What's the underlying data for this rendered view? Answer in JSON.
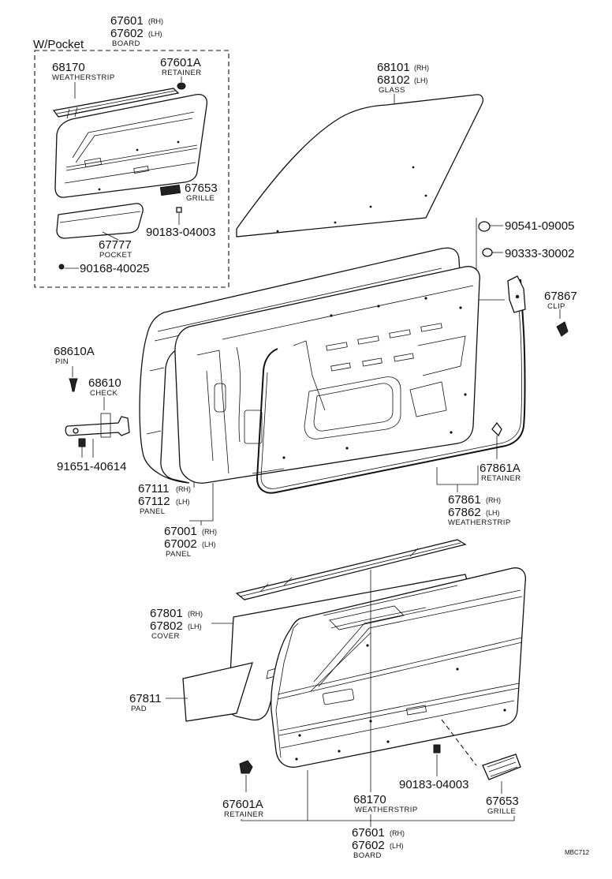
{
  "inset": {
    "title": "W/Pocket"
  },
  "labels": {
    "board_top": {
      "num1": "67601",
      "sfx1": "(RH)",
      "num2": "67602",
      "sfx2": "(LH)",
      "cap": "BOARD"
    },
    "weatherstrip_inset": {
      "num": "68170",
      "cap": "WEATHERSTRIP"
    },
    "retainer_inset": {
      "num": "67601A",
      "cap": "RETAINER"
    },
    "grille_inset": {
      "num": "67653",
      "cap": "GRILLE"
    },
    "screw_inset": {
      "num": "90183-04003"
    },
    "pocket": {
      "num": "67777",
      "cap": "POCKET"
    },
    "screw_pocket": {
      "num": "90168-40025"
    },
    "glass": {
      "num1": "68101",
      "sfx1": "(RH)",
      "num2": "68102",
      "sfx2": "(LH)",
      "cap": "GLASS"
    },
    "bolt_top": {
      "num": "90541-09005"
    },
    "washer_top": {
      "num": "90333-30002"
    },
    "clip": {
      "num": "67867",
      "cap": "CLIP"
    },
    "pin": {
      "num": "68610A",
      "cap": "PIN"
    },
    "check": {
      "num": "68610",
      "cap": "CHECK"
    },
    "bolt_check": {
      "num": "91651-40614"
    },
    "panel_inner": {
      "num1": "67111",
      "sfx1": "(RH)",
      "num2": "67112",
      "sfx2": "(LH)",
      "cap": "PANEL"
    },
    "panel_outer": {
      "num1": "67001",
      "sfx1": "(RH)",
      "num2": "67002",
      "sfx2": "(LH)",
      "cap": "PANEL"
    },
    "retainer_ws": {
      "num": "67861A",
      "cap": "RETAINER"
    },
    "weatherstrip_door": {
      "num1": "67861",
      "sfx1": "(RH)",
      "num2": "67862",
      "sfx2": "(LH)",
      "cap": "WEATHERSTRIP"
    },
    "cover": {
      "num1": "67801",
      "sfx1": "(RH)",
      "num2": "67802",
      "sfx2": "(LH)",
      "cap": "COVER"
    },
    "pad": {
      "num": "67811",
      "cap": "PAD"
    },
    "screw_bottom": {
      "num": "90183-04003"
    },
    "retainer_bottom": {
      "num": "67601A",
      "cap": "RETAINER"
    },
    "weatherstrip_bottom": {
      "num": "68170",
      "cap": "WEATHERSTRIP"
    },
    "grille_bottom": {
      "num": "67653",
      "cap": "GRILLE"
    },
    "board_bottom": {
      "num1": "67601",
      "sfx1": "(RH)",
      "num2": "67602",
      "sfx2": "(LH)",
      "cap": "BOARD"
    }
  },
  "diagram_code": "MBC712"
}
